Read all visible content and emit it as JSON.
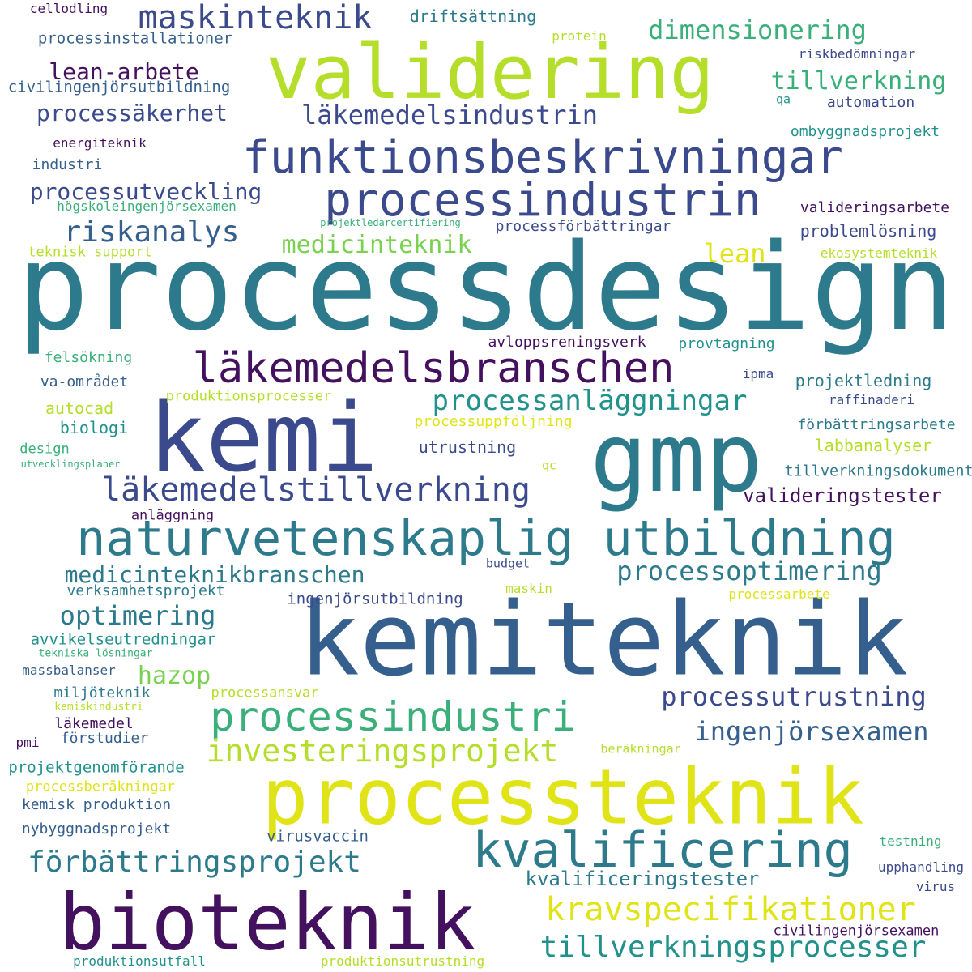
{
  "palette": {
    "purple": "#44115f",
    "indigo": "#3b4a8c",
    "blue": "#355f8d",
    "teal": "#2c7a8c",
    "cyan": "#21918c",
    "green": "#3aaf7a",
    "lightgreen": "#7ad151",
    "lime": "#b5de2b",
    "yellow": "#e0e417"
  },
  "words": [
    {
      "text": "processdesign",
      "color": "teal"
    },
    {
      "text": "kemiteknik",
      "color": "blue"
    },
    {
      "text": "processteknik",
      "color": "yellow"
    },
    {
      "text": "kemi",
      "color": "indigo"
    },
    {
      "text": "gmp",
      "color": "teal"
    },
    {
      "text": "validering",
      "color": "lime"
    },
    {
      "text": "bioteknik",
      "color": "purple"
    },
    {
      "text": "naturvetenskaplig utbildning",
      "color": "teal"
    },
    {
      "text": "kvalificering",
      "color": "teal"
    },
    {
      "text": "läkemedelsbranschen",
      "color": "purple"
    },
    {
      "text": "processindustri",
      "color": "green"
    },
    {
      "text": "funktionsbeskrivningar",
      "color": "indigo"
    },
    {
      "text": "processindustrin",
      "color": "indigo"
    },
    {
      "text": "läkemedelstillverkning",
      "color": "indigo"
    },
    {
      "text": "kravspecifikationer",
      "color": "yellow"
    },
    {
      "text": "tillverkningsprocesser",
      "color": "cyan"
    },
    {
      "text": "maskinteknik",
      "color": "indigo"
    },
    {
      "text": "processanläggningar",
      "color": "cyan"
    },
    {
      "text": "förbättringsprojekt",
      "color": "teal"
    },
    {
      "text": "investeringsprojekt",
      "color": "lime"
    },
    {
      "text": "ingenjörsexamen",
      "color": "blue"
    },
    {
      "text": "processutrustning",
      "color": "indigo"
    },
    {
      "text": "medicinteknikbranschen",
      "color": "teal"
    },
    {
      "text": "processoptimering",
      "color": "teal"
    },
    {
      "text": "läkemedelsindustrin",
      "color": "indigo"
    },
    {
      "text": "riskanalys",
      "color": "blue"
    },
    {
      "text": "medicinteknik",
      "color": "lightgreen"
    },
    {
      "text": "processutveckling",
      "color": "indigo"
    },
    {
      "text": "dimensionering",
      "color": "green"
    },
    {
      "text": "optimering",
      "color": "teal"
    },
    {
      "text": "lean-arbete",
      "color": "purple"
    },
    {
      "text": "processäkerhet",
      "color": "indigo"
    },
    {
      "text": "tillverkning",
      "color": "green"
    },
    {
      "text": "hazop",
      "color": "lightgreen"
    },
    {
      "text": "lean",
      "color": "yellow"
    },
    {
      "text": "valideringstester",
      "color": "purple"
    },
    {
      "text": "kvalificeringstester",
      "color": "teal"
    },
    {
      "text": "cellodling",
      "color": "purple"
    },
    {
      "text": "driftsättning",
      "color": "teal"
    },
    {
      "text": "processinstallationer",
      "color": "blue"
    },
    {
      "text": "protein",
      "color": "lime"
    },
    {
      "text": "riskbedömningar",
      "color": "indigo"
    },
    {
      "text": "civilingenjörsutbildning",
      "color": "blue"
    },
    {
      "text": "qa",
      "color": "cyan"
    },
    {
      "text": "automation",
      "color": "indigo"
    },
    {
      "text": "ombyggnadsprojekt",
      "color": "cyan"
    },
    {
      "text": "energiteknik",
      "color": "purple"
    },
    {
      "text": "industri",
      "color": "blue"
    },
    {
      "text": "högskoleingenjörsexamen",
      "color": "green"
    },
    {
      "text": "valideringsarbete",
      "color": "purple"
    },
    {
      "text": "projektledarcertifiering",
      "color": "green"
    },
    {
      "text": "processförbättringar",
      "color": "indigo"
    },
    {
      "text": "problemlösning",
      "color": "indigo"
    },
    {
      "text": "teknisk support",
      "color": "lime"
    },
    {
      "text": "ekosystemteknik",
      "color": "lime"
    },
    {
      "text": "avloppsreningsverk",
      "color": "purple"
    },
    {
      "text": "provtagning",
      "color": "cyan"
    },
    {
      "text": "felsökning",
      "color": "green"
    },
    {
      "text": "ipma",
      "color": "indigo"
    },
    {
      "text": "projektledning",
      "color": "teal"
    },
    {
      "text": "va-området",
      "color": "blue"
    },
    {
      "text": "produktionsprocesser",
      "color": "lime"
    },
    {
      "text": "raffinaderi",
      "color": "indigo"
    },
    {
      "text": "autocad",
      "color": "lime"
    },
    {
      "text": "processuppföljning",
      "color": "yellow"
    },
    {
      "text": "förbättringsarbete",
      "color": "teal"
    },
    {
      "text": "biologi",
      "color": "cyan"
    },
    {
      "text": "utrustning",
      "color": "indigo"
    },
    {
      "text": "labbanalyser",
      "color": "lime"
    },
    {
      "text": "design",
      "color": "green"
    },
    {
      "text": "utvecklingsplaner",
      "color": "green"
    },
    {
      "text": "qc",
      "color": "lime"
    },
    {
      "text": "tillverkningsdokument",
      "color": "teal"
    },
    {
      "text": "anläggning",
      "color": "purple"
    },
    {
      "text": "budget",
      "color": "indigo"
    },
    {
      "text": "verksamhetsprojekt",
      "color": "teal"
    },
    {
      "text": "maskin",
      "color": "lime"
    },
    {
      "text": "processarbete",
      "color": "yellow"
    },
    {
      "text": "ingenjörsutbildning",
      "color": "indigo"
    },
    {
      "text": "avvikelseutredningar",
      "color": "cyan"
    },
    {
      "text": "tekniska lösningar",
      "color": "green"
    },
    {
      "text": "massbalanser",
      "color": "blue"
    },
    {
      "text": "miljöteknik",
      "color": "teal"
    },
    {
      "text": "processansvar",
      "color": "lime"
    },
    {
      "text": "kemiskindustri",
      "color": "lime"
    },
    {
      "text": "läkemedel",
      "color": "purple"
    },
    {
      "text": "pmi",
      "color": "purple"
    },
    {
      "text": "förstudier",
      "color": "blue"
    },
    {
      "text": "projektgenomförande",
      "color": "cyan"
    },
    {
      "text": "beräkningar",
      "color": "lime"
    },
    {
      "text": "processberäkningar",
      "color": "yellow"
    },
    {
      "text": "kemisk produktion",
      "color": "blue"
    },
    {
      "text": "nybyggnadsprojekt",
      "color": "blue"
    },
    {
      "text": "virusvaccin",
      "color": "blue"
    },
    {
      "text": "testning",
      "color": "green"
    },
    {
      "text": "upphandling",
      "color": "indigo"
    },
    {
      "text": "virus",
      "color": "indigo"
    },
    {
      "text": "civilingenjörsexamen",
      "color": "purple"
    },
    {
      "text": "produktionsutfall",
      "color": "cyan"
    },
    {
      "text": "produktionsutrustning",
      "color": "lime"
    }
  ]
}
